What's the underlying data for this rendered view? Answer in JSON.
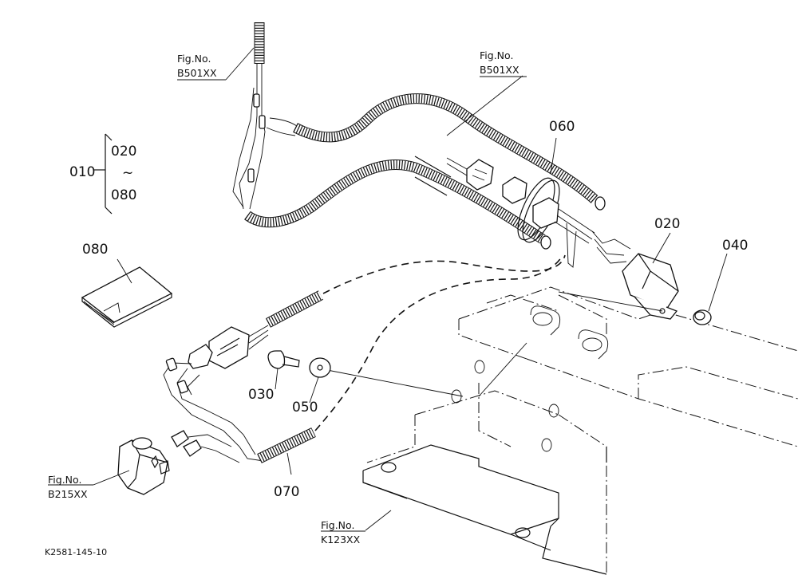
{
  "diagram": {
    "callouts": [
      {
        "id": "p010",
        "text": "010"
      },
      {
        "id": "p020a",
        "text": "020"
      },
      {
        "id": "p020b",
        "text": "020"
      },
      {
        "id": "p030",
        "text": "030"
      },
      {
        "id": "p040",
        "text": "040"
      },
      {
        "id": "p050",
        "text": "050"
      },
      {
        "id": "p060",
        "text": "060"
      },
      {
        "id": "p070",
        "text": "070"
      },
      {
        "id": "p080a",
        "text": "080"
      },
      {
        "id": "p080b",
        "text": "080"
      }
    ],
    "tilde": "~",
    "fig_refs": [
      {
        "id": "ref1",
        "line1": "Fig.No.",
        "line2": "B501XX"
      },
      {
        "id": "ref2",
        "line1": "Fig.No.",
        "line2": "B501XX"
      },
      {
        "id": "ref3",
        "line1": "Fig.No.",
        "line2": "B215XX"
      },
      {
        "id": "ref4",
        "line1": "Fig.No.",
        "line2": "K123XX"
      }
    ],
    "drawing_number": "K2581-145-10"
  }
}
